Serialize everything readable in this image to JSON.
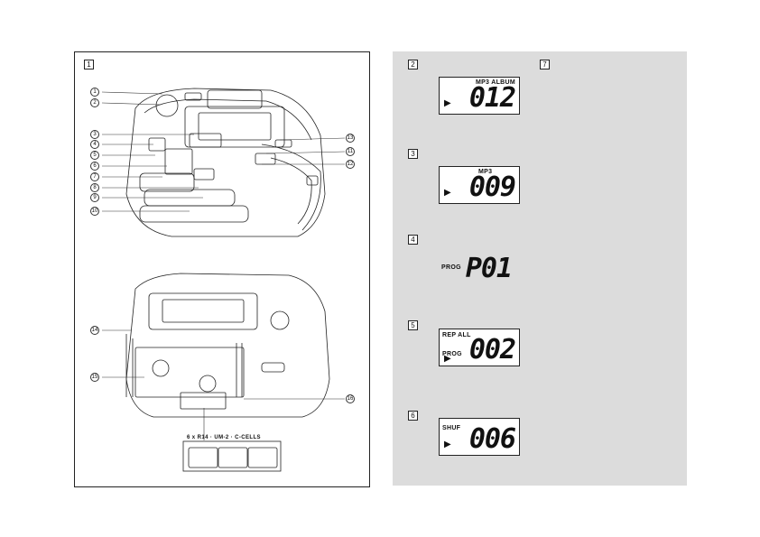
{
  "figures": {
    "f1": "1",
    "f2": "2",
    "f3": "3",
    "f4": "4",
    "f5": "5",
    "f6": "6",
    "f7": "7"
  },
  "callouts": [
    "1",
    "2",
    "3",
    "4",
    "5",
    "6",
    "7",
    "8",
    "9",
    "10",
    "11",
    "12",
    "13",
    "14",
    "15",
    "16"
  ],
  "battery_label": "6 x R14 · UM-2 · C-CELLS",
  "displays": {
    "d2": {
      "labels": "MP3   ALBUM",
      "digits": "012"
    },
    "d3": {
      "labels": "MP3",
      "digits": "009"
    },
    "d4": {
      "labels": "PROG",
      "digits": "P01"
    },
    "d5": {
      "label_top": "REP  ALL",
      "label_mid": "PROG",
      "digits": "002"
    },
    "d6": {
      "labels": "SHUF",
      "digits": "006"
    }
  }
}
